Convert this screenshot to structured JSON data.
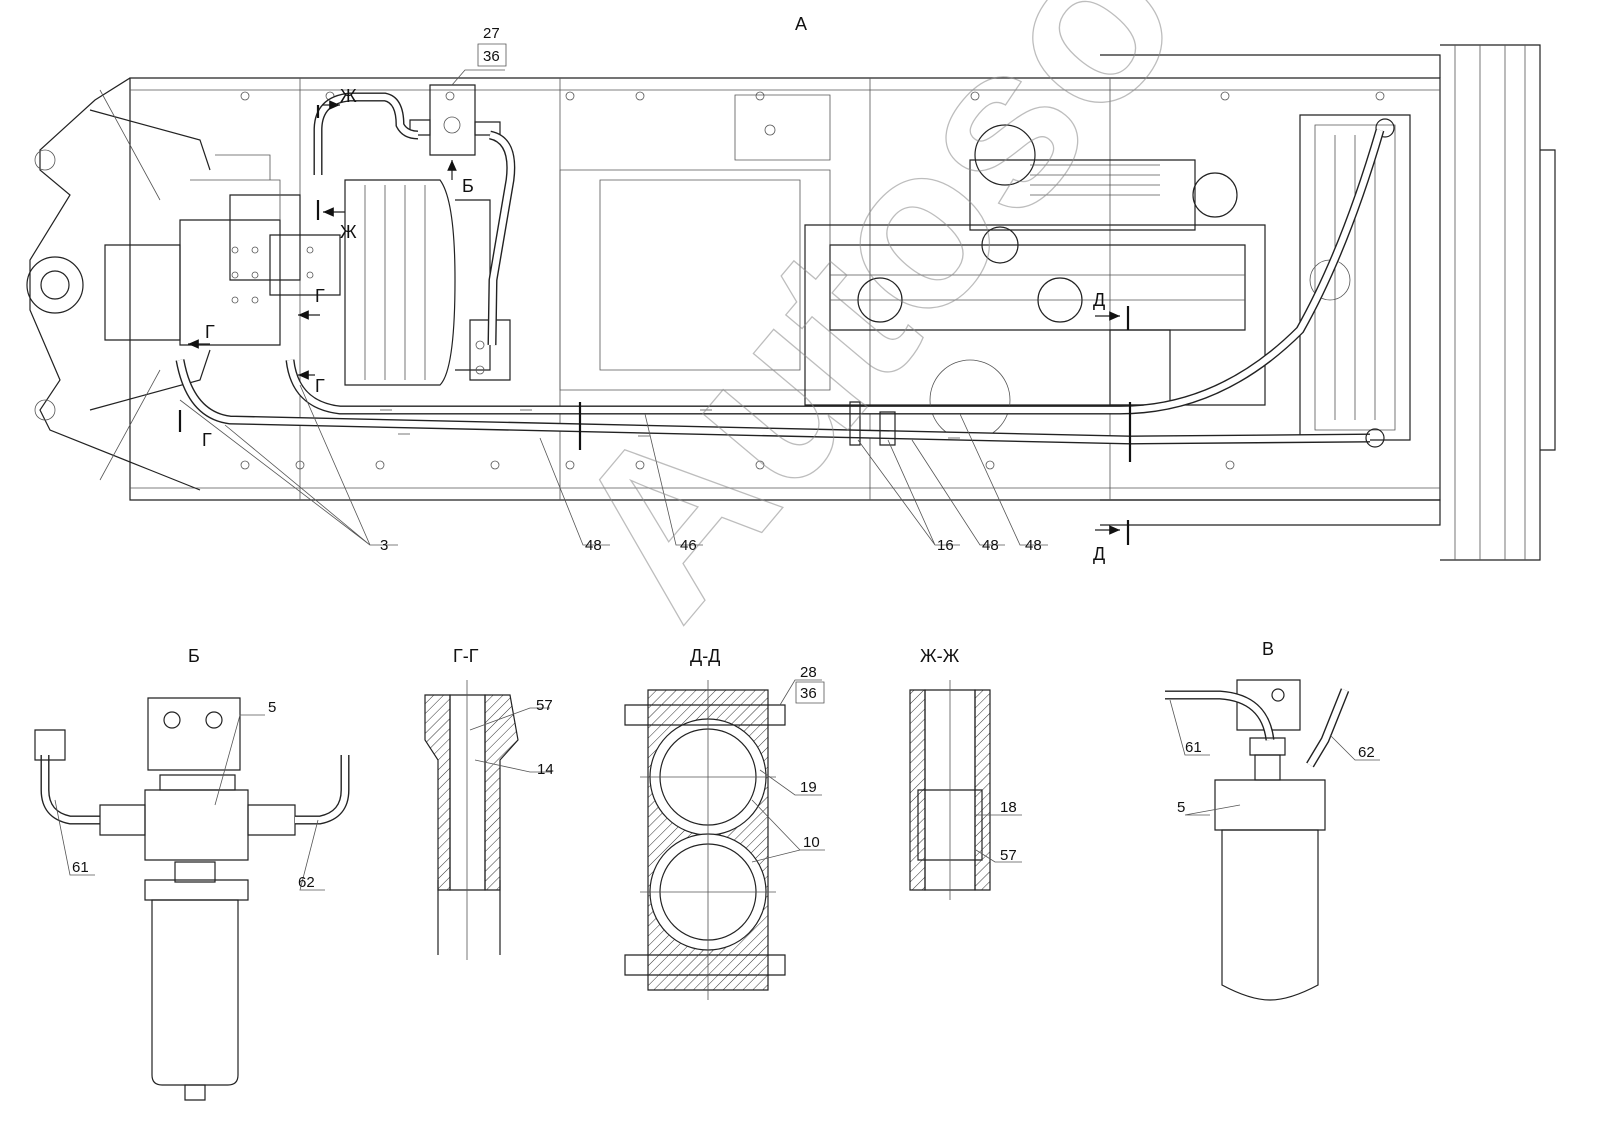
{
  "main_view": {
    "title": "А"
  },
  "callouts": {
    "top": [
      "27",
      "36"
    ],
    "bottom": [
      "3",
      "48",
      "46",
      "16",
      "48",
      "48"
    ]
  },
  "section_markers": {
    "zh_top": "Ж",
    "zh_mid": "Ж",
    "b": "Б",
    "g1": "Г",
    "g2": "Г",
    "g3": "Г",
    "g4": "Г",
    "d1": "Д",
    "d2": "Д"
  },
  "details": {
    "b": {
      "title": "Б",
      "labels": [
        "5",
        "61",
        "62"
      ]
    },
    "gg": {
      "title": "Г-Г",
      "labels": [
        "57",
        "14"
      ]
    },
    "dd": {
      "title": "Д-Д",
      "labels": [
        "28",
        "36",
        "19",
        "10"
      ]
    },
    "zhzh": {
      "title": "Ж-Ж",
      "labels": [
        "18",
        "57"
      ]
    },
    "v": {
      "title": "В",
      "labels": [
        "61",
        "62",
        "5"
      ]
    }
  },
  "watermark": {
    "text": "Autoso"
  }
}
